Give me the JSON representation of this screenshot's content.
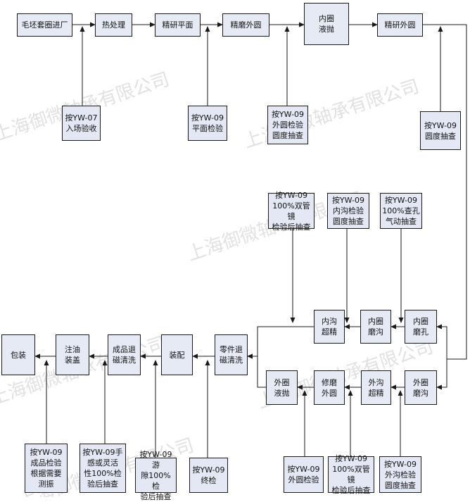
{
  "watermark": "上海御微轴承有限公司",
  "process": {
    "blank_in": "毛坯套圈进厂",
    "heat_treat": "热处理",
    "fine_grind_face": "精研平面",
    "fine_grind_od": "精磨外圆",
    "inner_ring_polish": "内圈\n液抛",
    "fine_lap_od": "精研外圆",
    "inner_groove_superfinish": "内沟\n超精",
    "inner_groove_grind": "内圈\n磨沟",
    "inner_bore_grind": "内圈\n磨孔",
    "outer_ring_polish": "外圈\n液抛",
    "repair_grind_od": "修磨\n外圆",
    "outer_groove_superfinish": "外沟\n超精",
    "outer_groove_grind": "外圈\n磨沟",
    "parts_demag_clean": "零件退\n磁清洗",
    "assembly": "装配",
    "product_demag_clean": "成品退\n磁清洗",
    "oil_cap": "注油\n装盖",
    "packing": "包装"
  },
  "inspections": {
    "incoming": "按YW-07\n入场验收",
    "face_check": "按YW-09\n平面检验",
    "od_roundness": "按YW-09\n外圆检验\n圆度抽查",
    "roundness_sample": "按YW-09\n圆度抽查",
    "scope_100": "按YW-09\n100%双管镜\n检验后抽查",
    "inner_groove_check": "按YW-09\n内沟检验\n圆度抽查",
    "bore_100": "按YW-09\n100%查孔\n气动抽查",
    "od_check": "按YW-09\n外圆检验",
    "scope_100_b": "按YW-09\n100%双管镜\n检验后抽查",
    "outer_groove_check": "按YW-09\n外沟检验\n圆度抽查",
    "final_check": "按YW-09\n终检",
    "clearance_100": "按YW-09游\n隙100%检\n验后抽查",
    "feel_100": "按YW-09手\n感或灵活\n性100%检\n验后抽查",
    "product_check": "按YW-09\n成品检验\n根据需要\n测振"
  }
}
